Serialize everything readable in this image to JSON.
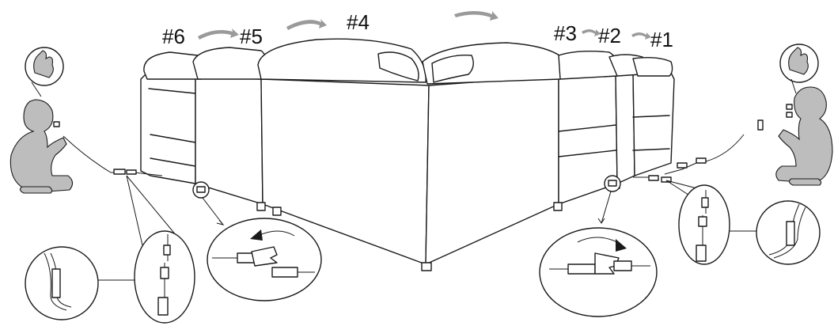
{
  "seat_labels": [
    "#6",
    "#5",
    "#4",
    "#3",
    "#2",
    "#1"
  ],
  "colors": {
    "line": "#1a1a1a",
    "person": "#bdbdbd",
    "arrow": "#9a9a9a",
    "background": "#ffffff"
  }
}
